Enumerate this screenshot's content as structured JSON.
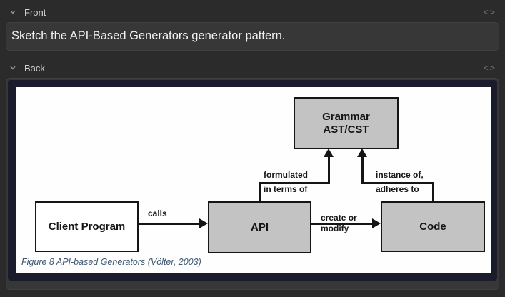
{
  "editor": {
    "fields": [
      {
        "label": "Front",
        "value": "Sketch the API-Based Generators generator pattern.",
        "html_toggle_glyph": "<>"
      },
      {
        "label": "Back",
        "html_toggle_glyph": "<>"
      }
    ]
  },
  "diagram": {
    "boxes": {
      "grammar": {
        "line1": "Grammar",
        "line2": "AST/CST"
      },
      "client": {
        "label": "Client Program"
      },
      "api": {
        "label": "API"
      },
      "code": {
        "label": "Code"
      }
    },
    "edges": {
      "calls": {
        "label": "calls"
      },
      "create": {
        "line1": "create or",
        "line2": "modify"
      },
      "formulated": {
        "line1": "formulated",
        "line2": "in terms of"
      },
      "instance": {
        "line1": "instance of,",
        "line2": "adheres to"
      }
    },
    "caption": "Figure 8 API-based Generators (Völter, 2003)"
  },
  "colors": {
    "page_bg": "#2b2b2b",
    "field_bg": "#373737",
    "image_frame_bg": "#1b1c2b",
    "diagram_box_fill": "#c3c3c3",
    "diagram_line": "#151515",
    "caption_color": "#3e5670"
  }
}
